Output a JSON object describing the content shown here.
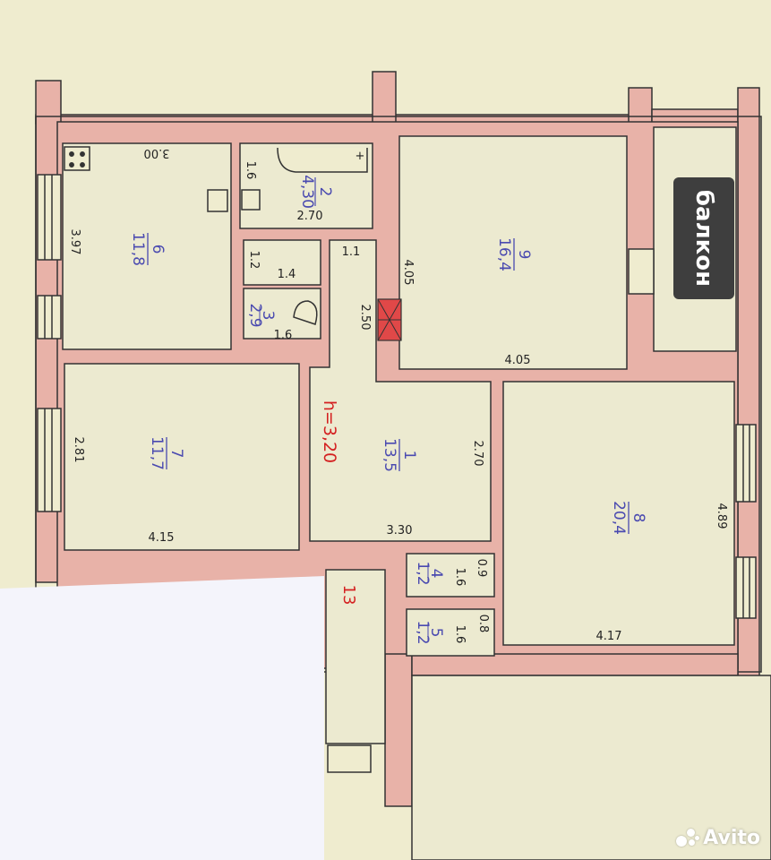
{
  "plan": {
    "rooms": {
      "r1": {
        "label": "1",
        "area": "13,5"
      },
      "r2": {
        "label": "2",
        "area": "4,30"
      },
      "r3": {
        "label": "3",
        "area": "2,9"
      },
      "r4": {
        "label": "4",
        "area": "1,2"
      },
      "r5": {
        "label": "5",
        "area": "1,2"
      },
      "r6": {
        "label": "6",
        "area": "11,8"
      },
      "r7": {
        "label": "7",
        "area": "11,7"
      },
      "r8": {
        "label": "8",
        "area": "20,4"
      },
      "r9": {
        "label": "9",
        "area": "16,4"
      }
    },
    "dimensions": {
      "d6_w": "3.00",
      "d6_h": "3.97",
      "d2_w": "2.70",
      "d2_h": "1.6",
      "d3_small_h": "1.2",
      "d3_w": "1.4",
      "d3_w2": "1.6",
      "d_corr": "1.1",
      "d9_h": "4.05",
      "d9_w": "4.05",
      "d1_h": "2.70",
      "d1_w": "3.30",
      "d_hall": "2.50",
      "d7_h": "2.81",
      "d7_w": "4.15",
      "d8_h": "4.89",
      "d8_w": "4.17",
      "d4_h": "0.9",
      "d4_w": "1.6",
      "d5_h": "0.8",
      "d5_w": "1.6"
    },
    "ceiling_height": "h=3,20",
    "apartment_number": "13",
    "outlet_mark": "+"
  },
  "balcony": {
    "label": "балкон"
  },
  "watermark": {
    "label": "Avito"
  },
  "colors": {
    "wall": "#e8b2a8",
    "paper": "#efeccf",
    "area_ink": "#4a4ab0",
    "red_ink": "#d42020"
  }
}
